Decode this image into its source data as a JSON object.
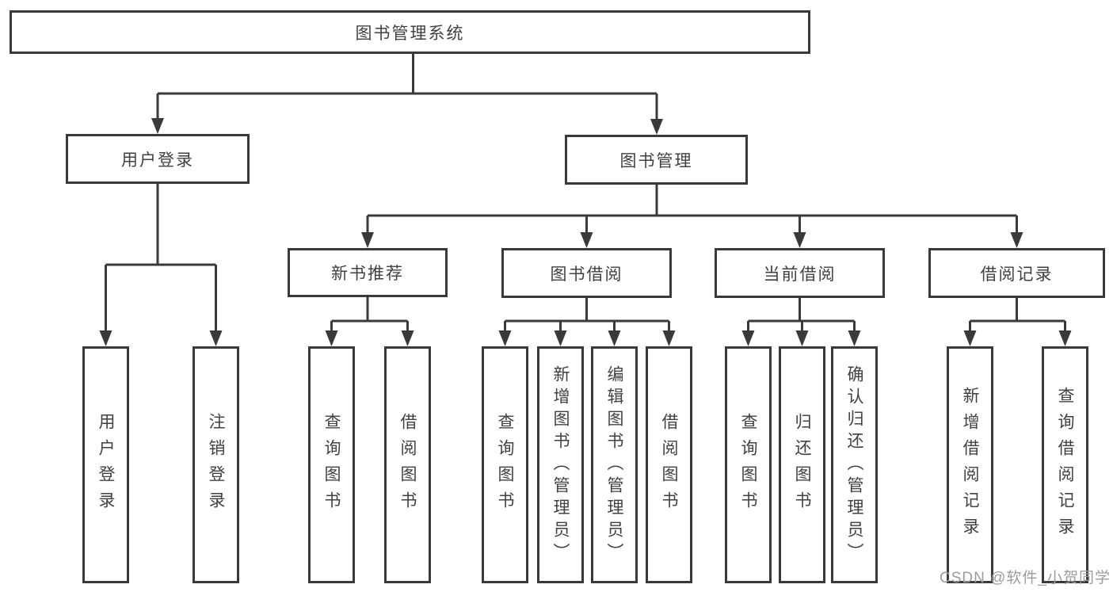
{
  "title_node": "图书管理系统",
  "level1": [
    {
      "label": "用户登录",
      "leaves": [
        "用户登录",
        "注销登录"
      ]
    },
    {
      "label": "图书管理"
    }
  ],
  "level2": [
    {
      "label": "新书推荐",
      "leaves": [
        "查询图书",
        "借阅图书"
      ]
    },
    {
      "label": "图书借阅",
      "leaves": [
        "查询图书",
        "新增图书（管理员）",
        "编辑图书（管理员）",
        "借阅图书"
      ]
    },
    {
      "label": "当前借阅",
      "leaves": [
        "查询图书",
        "归还图书",
        "确认归还（管理员）"
      ]
    },
    {
      "label": "借阅记录",
      "leaves": [
        "新增借阅记录",
        "查询借阅记录"
      ]
    }
  ],
  "watermark": "CSDN @软件_小贺同学",
  "colors": {
    "line": "#3a3a3a",
    "text": "#414141",
    "watermark": "#9c9c9c",
    "background": "#ffffff"
  }
}
